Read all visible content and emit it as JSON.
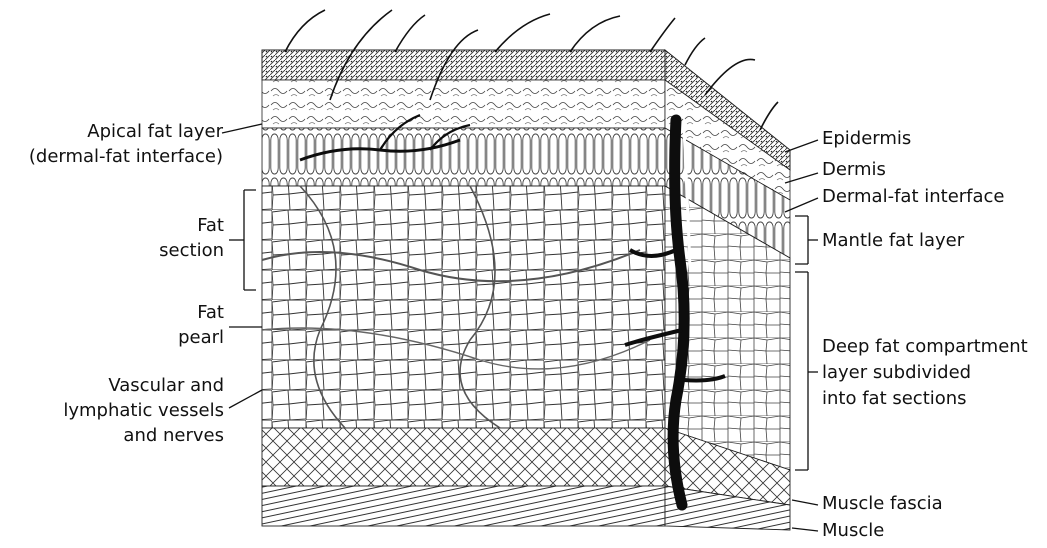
{
  "left_labels": {
    "apical_fat_layer": "Apical fat layer",
    "dermal_fat_interface_paren": "(dermal-fat interface)",
    "fat_section_1": "Fat",
    "fat_section_2": "section",
    "fat_pearl_1": "Fat",
    "fat_pearl_2": "pearl",
    "vessels_1": "Vascular and",
    "vessels_2": "lymphatic vessels",
    "vessels_3": "and nerves"
  },
  "right_labels": {
    "epidermis": "Epidermis",
    "dermis": "Dermis",
    "dermal_fat_interface": "Dermal-fat interface",
    "mantle_fat_layer": "Mantle fat layer",
    "deep_fat_1": "Deep fat compartment",
    "deep_fat_2": "layer subdivided",
    "deep_fat_3": "into fat sections",
    "muscle_fascia": "Muscle fascia",
    "muscle": "Muscle"
  },
  "colors": {
    "ink": "#111111",
    "fat_cell_line": "#2a2a2a",
    "vessel": "#0d0d0d",
    "background": "#ffffff"
  }
}
